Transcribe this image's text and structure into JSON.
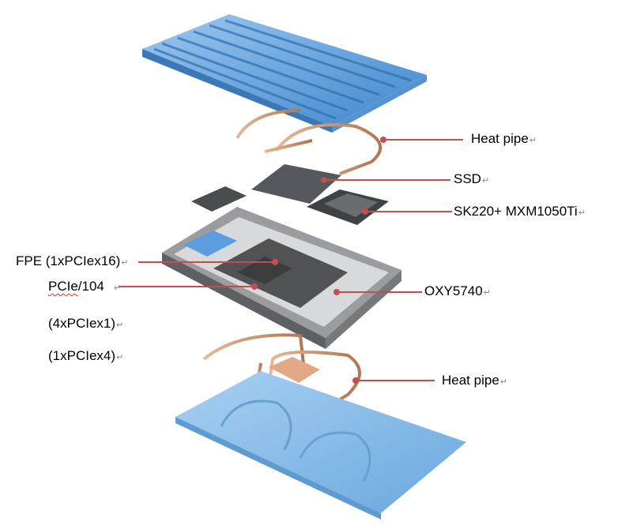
{
  "labels": {
    "heat_pipe_top": "Heat pipe",
    "ssd": "SSD",
    "sk220": "SK220+ MXM1050Ti",
    "oxy5740": "OXY5740",
    "fpe": "FPE (1xPCIex16)",
    "pcie104_a": "PCIe",
    "pcie104_b": "/104",
    "pcie_4x1": "(4xPCIex1)",
    "pcie_1x4": "(1xPCIex4)",
    "heat_pipe_bottom": "Heat pipe"
  },
  "return_mark": "↵",
  "colors": {
    "leader": "#c0504d",
    "heatsink": "#6aa6de",
    "plate": "#8fc0ea",
    "chassis": "#6b6d70",
    "copper": "#c98f6a"
  }
}
